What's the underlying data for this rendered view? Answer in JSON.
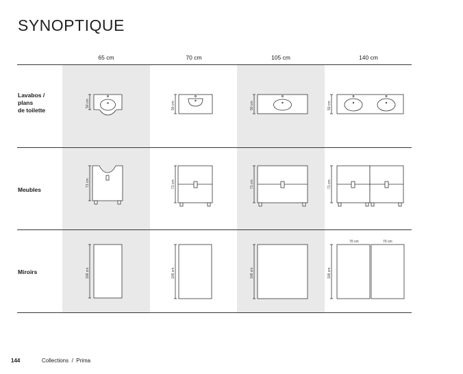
{
  "page": {
    "title": "SYNOPTIQUE",
    "page_number": "144",
    "breadcrumb": "Collections  /  Prima"
  },
  "columns": [
    "65 cm",
    "70 cm",
    "105 cm",
    "140 cm"
  ],
  "rows": {
    "lavabos": {
      "label_lines": [
        "Lavabos /",
        "plans",
        "de toilette"
      ],
      "dimension": "50 cm"
    },
    "meubles": {
      "label": "Meubles",
      "dimension": "71 cm"
    },
    "miroirs": {
      "label": "Miroirs",
      "dimension": "106 cm",
      "width_a": "70 cm",
      "width_b": "70 cm"
    }
  }
}
